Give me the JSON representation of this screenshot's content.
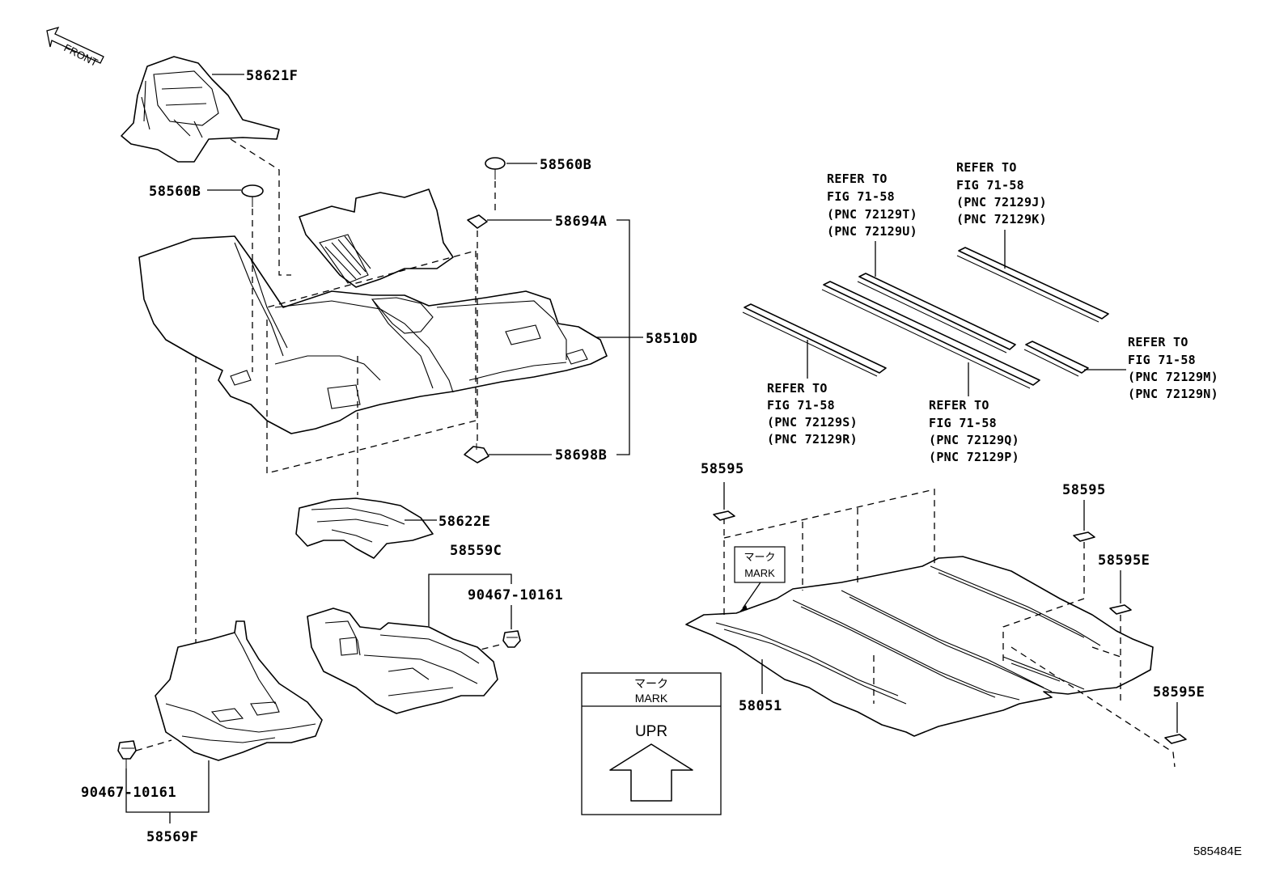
{
  "front_label": "FRONT",
  "parts": {
    "p58621F": "58621F",
    "p58560B_top": "58560B",
    "p58560B_left": "58560B",
    "p58694A": "58694A",
    "p58510D": "58510D",
    "p58698B": "58698B",
    "p58622E": "58622E",
    "p58559C": "58559C",
    "p90467_right": "90467-10161",
    "p90467_left": "90467-10161",
    "p58569F": "58569F",
    "p58595_left": "58595",
    "p58595_right": "58595",
    "p58595E_top": "58595E",
    "p58595E_bottom": "58595E",
    "p58051": "58051"
  },
  "references": [
    {
      "line1": "REFER TO",
      "line2": "FIG 71-58",
      "line3": "(PNC 72129T)",
      "line4": "(PNC 72129U)"
    },
    {
      "line1": "REFER TO",
      "line2": "FIG 71-58",
      "line3": "(PNC 72129J)",
      "line4": "(PNC 72129K)"
    },
    {
      "line1": "REFER TO",
      "line2": "FIG 71-58",
      "line3": "(PNC 72129M)",
      "line4": "(PNC 72129N)"
    },
    {
      "line1": "REFER TO",
      "line2": "FIG 71-58",
      "line3": "(PNC 72129S)",
      "line4": "(PNC 72129R)"
    },
    {
      "line1": "REFER TO",
      "line2": "FIG 71-58",
      "line3": "(PNC 72129Q)",
      "line4": "(PNC 72129P)"
    }
  ],
  "mark_callout": {
    "jp": "マーク",
    "en": "MARK"
  },
  "legend": {
    "jp": "マーク",
    "en": "MARK",
    "arrow_label": "UPR"
  },
  "diagram_id": "585484E"
}
